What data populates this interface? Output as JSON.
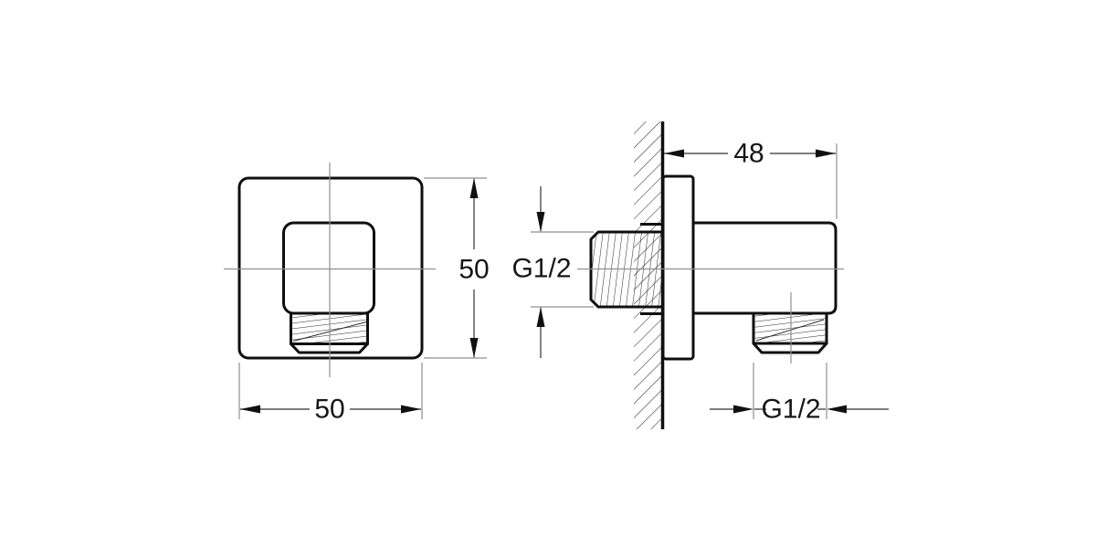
{
  "drawing": {
    "front_view": {
      "width_dim": "50",
      "height_dim": "50"
    },
    "side_view": {
      "depth_dim": "48",
      "inlet_thread_dim": "G1/2",
      "outlet_thread_dim": "G1/2"
    },
    "colors": {
      "outline": "#0f0f0f",
      "dimension_line": "#2e2e2e",
      "guide_line": "#8f8f8f",
      "background": "#ffffff"
    }
  }
}
